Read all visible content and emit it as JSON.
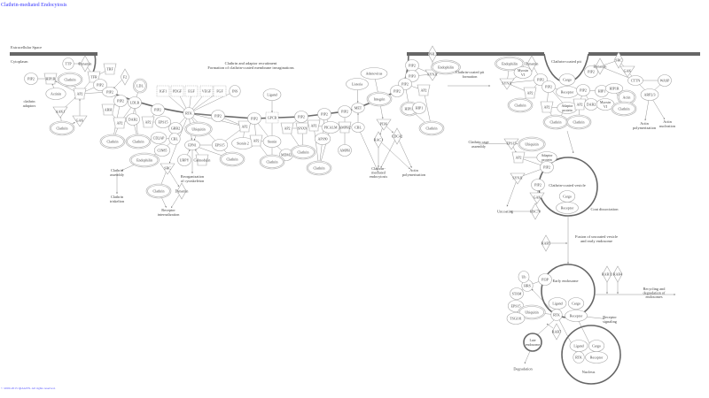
{
  "title": "Clathrin-mediated Endocytosis",
  "footer": "© 2000-2015 QIAGEN. All rights reserved.",
  "colors": {
    "title": "#3a3aff",
    "membrane": "#666666",
    "node_stroke": "#a8a8a8"
  },
  "compartments": {
    "extracellular": "Extracellular Space",
    "cytoplasm": "Cytoplasm"
  },
  "labels": {
    "recruitment_1": "Clathrin and adaptor recruitment",
    "recruitment_2": "Formation of clathrin-coated membrane invaginations",
    "pit": "Clathrin-coated pit",
    "vesicle": "Clathrin-coated vesicle",
    "coat_dissociation": "Coat dissociation",
    "fusion_1": "Fusion of uncoated vesicle",
    "fusion_2": "and early endosome",
    "early_endosome": "Early endosome",
    "late_endosome_1": "Late",
    "late_endosome_2": "endosome",
    "nucleus": "Nucleus"
  },
  "nodes": [
    [
      "a1",
      "PIP2",
      "c"
    ],
    [
      "a2",
      "HIP1R",
      "t"
    ],
    [
      "a3",
      "Actinin",
      "c"
    ],
    [
      "a4",
      "clathrin\nadaptors",
      "x"
    ],
    [
      "a5",
      "AAK1",
      "v"
    ],
    [
      "a6",
      "GAK",
      "v"
    ],
    [
      "a7",
      "Clathrin",
      "g"
    ],
    [
      "a8",
      "TTP",
      "c"
    ],
    [
      "a9",
      "Clathrin",
      "g"
    ],
    [
      "a10",
      "Dynamin",
      "d"
    ],
    [
      "a11",
      "TFR",
      "t"
    ],
    [
      "a12",
      "TRF",
      "t"
    ],
    [
      "a13",
      "PIP2",
      "c"
    ],
    [
      "a14",
      "AP2",
      "t"
    ],
    [
      "a15",
      "F2",
      "d"
    ],
    [
      "a16",
      "PIP2",
      "e"
    ],
    [
      "a17",
      "LDL",
      "g"
    ],
    [
      "a18",
      "ARH",
      "t"
    ],
    [
      "a19",
      "PIP2",
      "c"
    ],
    [
      "a20",
      "LDLR",
      "c"
    ],
    [
      "a21",
      "AP2",
      "t"
    ],
    [
      "a22",
      "DAB2",
      "c"
    ],
    [
      "a23",
      "Clathrin",
      "g"
    ],
    [
      "a24",
      "Clathrin",
      "g"
    ],
    [
      "a25",
      "AP2",
      "t"
    ],
    [
      "a26",
      "EPS15",
      "c"
    ],
    [
      "a27",
      "PIP2",
      "c"
    ],
    [
      "a28",
      "IGF1",
      "r"
    ],
    [
      "a29",
      "PDGF",
      "r"
    ],
    [
      "a30",
      "EGF",
      "r"
    ],
    [
      "a31",
      "VEGF",
      "r"
    ],
    [
      "a32",
      "FGF",
      "r"
    ],
    [
      "a33",
      "INS",
      "c"
    ],
    [
      "a34",
      "RTK",
      "c"
    ],
    [
      "a35",
      "GRB2",
      "c"
    ],
    [
      "a36",
      "Ubiquitin",
      "g"
    ],
    [
      "a37",
      "CD2AP",
      "c"
    ],
    [
      "a38",
      "CBL",
      "c"
    ],
    [
      "a39",
      "EPN1",
      "e"
    ],
    [
      "a40",
      "EPS15",
      "c"
    ],
    [
      "a41",
      "Stonin 2",
      "c"
    ],
    [
      "a42",
      "AP2",
      "t"
    ],
    [
      "a43",
      "CIN85",
      "c"
    ],
    [
      "a44",
      "Endophilin",
      "g"
    ],
    [
      "a45",
      "Clathrin\nassembly",
      "x"
    ],
    [
      "a46",
      "Clathrin\ntriskelion",
      "x"
    ],
    [
      "a47",
      "SRC",
      "v"
    ],
    [
      "a48",
      "UBPY",
      "c"
    ],
    [
      "a49",
      "Calmodulin",
      "t"
    ],
    [
      "a50",
      "Reorganization\nof cytoskeleton",
      "x"
    ],
    [
      "a51",
      "Clathrin",
      "g"
    ],
    [
      "a52",
      "Dynamin",
      "d"
    ],
    [
      "a53",
      "Receptor\ninternalization",
      "x"
    ],
    [
      "a54",
      "Clathrin",
      "g"
    ],
    [
      "a55",
      "PIP2",
      "c"
    ],
    [
      "b1",
      "PIP2",
      "c"
    ],
    [
      "b2",
      "AP2",
      "t"
    ],
    [
      "b3",
      "Stonin",
      "c"
    ],
    [
      "b4",
      "Ligand",
      "c"
    ],
    [
      "b5",
      "GPCR",
      "r"
    ],
    [
      "b6",
      "MDM2",
      "c"
    ],
    [
      "b7",
      "Clathrin",
      "g"
    ],
    [
      "b8",
      "PIP2",
      "c"
    ],
    [
      "b9",
      "AP2",
      "t"
    ],
    [
      "b10",
      "SNX9",
      "t"
    ],
    [
      "b11",
      "Clathrin",
      "g"
    ],
    [
      "b12",
      "PIP2",
      "c"
    ],
    [
      "b13",
      "AP2",
      "t"
    ],
    [
      "b14",
      "PICALM",
      "c"
    ],
    [
      "b15",
      "AP180",
      "c"
    ],
    [
      "b16",
      "Clathrin",
      "g"
    ],
    [
      "b17",
      "PIP2",
      "c"
    ],
    [
      "b18",
      "AMPH2",
      "t"
    ],
    [
      "b19",
      "AMPH",
      "c"
    ],
    [
      "b20",
      "Listeria",
      "c"
    ],
    [
      "b21",
      "Adenovirus",
      "c"
    ],
    [
      "b22",
      "MET",
      "e"
    ],
    [
      "b23",
      "Integrin",
      "g"
    ],
    [
      "b24",
      "CBL",
      "e"
    ],
    [
      "b25",
      "PI3K",
      "v"
    ],
    [
      "b26",
      "RAC1",
      "d"
    ],
    [
      "b27",
      "CDC42",
      "d"
    ],
    [
      "b28",
      "Clathrin-\nmediated\nendocytosis",
      "x"
    ],
    [
      "b29",
      "Actin\npolymerization",
      "x"
    ],
    [
      "b30",
      "PIP2",
      "c"
    ],
    [
      "b31",
      "PIP3",
      "c"
    ],
    [
      "b32",
      "SYNJ1",
      "v"
    ],
    [
      "b33",
      "Endophilin",
      "g"
    ],
    [
      "b34",
      "PPHLN",
      "d"
    ],
    [
      "b35",
      "PIP2",
      "c"
    ],
    [
      "b36",
      "PIP2",
      "c"
    ],
    [
      "b37",
      "AP2",
      "t"
    ],
    [
      "b38",
      "HIP1R",
      "g"
    ],
    [
      "b39",
      "HIP1",
      "c"
    ],
    [
      "b40",
      "Clathrin",
      "g"
    ],
    [
      "b41",
      "Clathrin-coated pit\nformation",
      "x"
    ],
    [
      "c1",
      "Endophilin",
      "g"
    ],
    [
      "c2",
      "Dynamin",
      "d"
    ],
    [
      "c3",
      "Myosin\nVI",
      "c"
    ],
    [
      "c4",
      "SYNJ1",
      "v"
    ],
    [
      "c5",
      "PIP2",
      "c"
    ],
    [
      "c6",
      "AP2",
      "t"
    ],
    [
      "c7",
      "Clathrin",
      "g"
    ],
    [
      "c8",
      "Cargo",
      "c"
    ],
    [
      "c9",
      "Receptor",
      "c"
    ],
    [
      "c10",
      "PIP2",
      "c"
    ],
    [
      "c11",
      "AP2",
      "t"
    ],
    [
      "c12",
      "Adaptor\nprotein",
      "c"
    ],
    [
      "c13",
      "Clathrin",
      "g"
    ],
    [
      "c14",
      "PIP2",
      "c"
    ],
    [
      "c15",
      "AP2",
      "t"
    ],
    [
      "c16",
      "DAB2",
      "c"
    ],
    [
      "c17",
      "Myosin\nVI",
      "c"
    ],
    [
      "c18",
      "Clathrin",
      "g"
    ],
    [
      "c19",
      "HIP1",
      "c"
    ],
    [
      "c20",
      "HIP1R",
      "e"
    ],
    [
      "c21",
      "Actin",
      "g"
    ],
    [
      "c22",
      "Clathrin",
      "g"
    ],
    [
      "c23",
      "PIP2",
      "c"
    ],
    [
      "c24",
      "Dynamin",
      "d"
    ],
    [
      "c25",
      "SRC",
      "d"
    ],
    [
      "c26",
      "GAK",
      "v"
    ],
    [
      "c27",
      "CTTN",
      "e"
    ],
    [
      "c28",
      "WASP",
      "c"
    ],
    [
      "c29",
      "ARP2/3",
      "c"
    ],
    [
      "c30",
      "Actin\npolymerization",
      "x"
    ],
    [
      "c31",
      "Actin\nnucleation",
      "x"
    ],
    [
      "c32",
      "Clathrin cage\nassembly",
      "x"
    ],
    [
      "c33",
      "EPS15",
      "v"
    ],
    [
      "c34",
      "Ubiquitin",
      "g"
    ],
    [
      "c35",
      "Adaptor\nprotein",
      "c"
    ],
    [
      "c36",
      "AP2",
      "t"
    ],
    [
      "c37",
      "PIP2",
      "c"
    ],
    [
      "c38",
      "SYNJ1",
      "v"
    ],
    [
      "c39",
      "PIP2",
      "c"
    ],
    [
      "c40",
      "GAK",
      "v"
    ],
    [
      "c41",
      "HSC70",
      "d"
    ],
    [
      "c42",
      "Uncoating",
      "x"
    ],
    [
      "c43",
      "Cargo",
      "c"
    ],
    [
      "c44",
      "Receptor",
      "c"
    ],
    [
      "c45",
      "RAB5",
      "d"
    ],
    [
      "c46",
      "PI3P",
      "c"
    ],
    [
      "c47",
      "HRS",
      "c"
    ],
    [
      "c48",
      "Ub",
      "c"
    ],
    [
      "c49",
      "STAM",
      "c"
    ],
    [
      "c50",
      "EPS15",
      "c"
    ],
    [
      "c51",
      "Ubiquitin",
      "g"
    ],
    [
      "c52",
      "TSG101",
      "c"
    ],
    [
      "c53",
      "Ligand",
      "c"
    ],
    [
      "c54",
      "Cargo",
      "c"
    ],
    [
      "c55",
      "RTK",
      "c"
    ],
    [
      "c56",
      "Receptor",
      "c"
    ],
    [
      "c57",
      "RAB11",
      "d"
    ],
    [
      "c58",
      "RAB4",
      "d"
    ],
    [
      "c59",
      "Recycling and\ndegradation of\nendosomes",
      "x"
    ],
    [
      "c60",
      "Receptor\nsignaling",
      "x"
    ],
    [
      "c61",
      "RAB7",
      "d"
    ],
    [
      "c62",
      "Degradation",
      "x"
    ],
    [
      "c63",
      "Ligand",
      "c"
    ],
    [
      "c64",
      "Cargo",
      "c"
    ],
    [
      "c65",
      "RTK",
      "c"
    ],
    [
      "c66",
      "Receptor",
      "c"
    ]
  ],
  "edges": [
    [
      "a2",
      "a1",
      1
    ],
    [
      "a3",
      "a2",
      1
    ],
    [
      "a5",
      "a14",
      1
    ],
    [
      "a6",
      "a14",
      1
    ],
    [
      "a7",
      "a5",
      0
    ],
    [
      "a7",
      "a6",
      1
    ],
    [
      "a9",
      "a14",
      0
    ],
    [
      "a8",
      "a10",
      1
    ],
    [
      "a10",
      "a11",
      0
    ],
    [
      "a11",
      "a14",
      0
    ],
    [
      "a12",
      "a11",
      0
    ],
    [
      "a11",
      "a13",
      0
    ],
    [
      "a13",
      "a14",
      0
    ],
    [
      "a14",
      "a2",
      1
    ],
    [
      "a14",
      "a16",
      0
    ],
    [
      "a15",
      "a16",
      1
    ],
    [
      "a17",
      "a20",
      0
    ],
    [
      "a16",
      "a19",
      0
    ],
    [
      "a18",
      "a19",
      0
    ],
    [
      "a18",
      "a21",
      0
    ],
    [
      "a19",
      "a20",
      0
    ],
    [
      "a20",
      "a21",
      0
    ],
    [
      "a20",
      "a22",
      0
    ],
    [
      "a21",
      "a22",
      0
    ],
    [
      "a21",
      "a23",
      0
    ],
    [
      "a22",
      "a24",
      0
    ],
    [
      "a19",
      "a23",
      0
    ],
    [
      "a20",
      "a24",
      0
    ],
    [
      "a27",
      "a25",
      0
    ],
    [
      "a25",
      "a26",
      0
    ],
    [
      "a28",
      "a34",
      0
    ],
    [
      "a29",
      "a34",
      0
    ],
    [
      "a30",
      "a34",
      0
    ],
    [
      "a31",
      "a34",
      0
    ],
    [
      "a32",
      "a34",
      0
    ],
    [
      "a33",
      "a34",
      0
    ],
    [
      "a34",
      "a35",
      0
    ],
    [
      "a34",
      "a36",
      0
    ],
    [
      "a35",
      "a38",
      0
    ],
    [
      "a37",
      "a38",
      0
    ],
    [
      "a38",
      "a43",
      0
    ],
    [
      "a43",
      "a44",
      0
    ],
    [
      "a44",
      "a45",
      1
    ],
    [
      "a45",
      "a46",
      1
    ],
    [
      "a34",
      "a47",
      1
    ],
    [
      "a47",
      "a51",
      1
    ],
    [
      "a47",
      "a52",
      1
    ],
    [
      "a51",
      "a53",
      1
    ],
    [
      "a52",
      "a53",
      1
    ],
    [
      "a34",
      "a39",
      1
    ],
    [
      "a39",
      "a40",
      0
    ],
    [
      "a36",
      "a39",
      1
    ],
    [
      "a39",
      "a54",
      0
    ],
    [
      "a48",
      "a39",
      1
    ],
    [
      "a49",
      "a39",
      1
    ],
    [
      "a39",
      "a50",
      1
    ],
    [
      "a34",
      "a55",
      0
    ],
    [
      "a55",
      "a42",
      0
    ],
    [
      "a42",
      "a40",
      0
    ],
    [
      "a42",
      "a41",
      0
    ],
    [
      "a34",
      "a40",
      0
    ],
    [
      "a34",
      "a42",
      0
    ],
    [
      "a40",
      "a54",
      0
    ],
    [
      "b1",
      "b2",
      0
    ],
    [
      "b1",
      "b3",
      0
    ],
    [
      "b2",
      "b3",
      0
    ],
    [
      "b4",
      "b5",
      1
    ],
    [
      "b5",
      "b3",
      0
    ],
    [
      "b6",
      "b3",
      1
    ],
    [
      "b3",
      "b7",
      0
    ],
    [
      "b2",
      "b7",
      0
    ],
    [
      "b8",
      "b9",
      0
    ],
    [
      "b8",
      "b10",
      0
    ],
    [
      "b9",
      "b10",
      0
    ],
    [
      "b10",
      "b11",
      0
    ],
    [
      "b9",
      "b11",
      0
    ],
    [
      "b12",
      "b13",
      0
    ],
    [
      "b12",
      "b14",
      0
    ],
    [
      "b12",
      "b15",
      0
    ],
    [
      "b13",
      "b14",
      0
    ],
    [
      "b13",
      "b16",
      0
    ],
    [
      "b15",
      "b16",
      0
    ],
    [
      "b14",
      "b16",
      0
    ],
    [
      "b17",
      "b18",
      0
    ],
    [
      "b18",
      "b19",
      0
    ],
    [
      "b20",
      "b22",
      1
    ],
    [
      "b21",
      "b23",
      1
    ],
    [
      "b24",
      "b22",
      1
    ],
    [
      "b23",
      "b25",
      1
    ],
    [
      "b25",
      "b26",
      1
    ],
    [
      "b25",
      "b27",
      1
    ],
    [
      "b26",
      "b28",
      1
    ],
    [
      "b27",
      "b28",
      1
    ],
    [
      "b26",
      "b29",
      1
    ],
    [
      "b27",
      "b29",
      1
    ],
    [
      "b24",
      "b28",
      0
    ],
    [
      "b34",
      "b32",
      1
    ],
    [
      "b32",
      "b30",
      1
    ],
    [
      "b32",
      "b31",
      1
    ],
    [
      "b33",
      "b32",
      0
    ],
    [
      "b30",
      "b35",
      0
    ],
    [
      "b35",
      "b37",
      0
    ],
    [
      "b35",
      "b38",
      0
    ],
    [
      "b37",
      "b40",
      0
    ],
    [
      "b38",
      "b40",
      0
    ],
    [
      "b36",
      "b35",
      0
    ],
    [
      "b30",
      "b31",
      0
    ],
    [
      "c1",
      "c4",
      0
    ],
    [
      "c2",
      "c5",
      0
    ],
    [
      "c3",
      "c4",
      0
    ],
    [
      "c4",
      "c5",
      1
    ],
    [
      "c4",
      "c6",
      0
    ],
    [
      "c6",
      "c7",
      0
    ],
    [
      "c5",
      "c6",
      0
    ],
    [
      "c10",
      "c11",
      0
    ],
    [
      "c10",
      "c12",
      0
    ],
    [
      "c9",
      "c10",
      0
    ],
    [
      "c8",
      "c9",
      0
    ],
    [
      "c11",
      "c12",
      0
    ],
    [
      "c11",
      "c13",
      0
    ],
    [
      "c12",
      "c13",
      0
    ],
    [
      "c9",
      "c14",
      0
    ],
    [
      "c14",
      "c15",
      0
    ],
    [
      "c14",
      "c16",
      0
    ],
    [
      "c14",
      "c19",
      0
    ],
    [
      "c15",
      "c16",
      0
    ],
    [
      "c16",
      "c17",
      0
    ],
    [
      "c15",
      "c18",
      0
    ],
    [
      "c19",
      "c20",
      0
    ],
    [
      "c20",
      "c21",
      0
    ],
    [
      "c20",
      "c22",
      0
    ],
    [
      "c23",
      "c24",
      0
    ],
    [
      "c24",
      "c25",
      0
    ],
    [
      "c25",
      "c26",
      0
    ],
    [
      "c24",
      "c27",
      0
    ],
    [
      "c26",
      "c27",
      0
    ],
    [
      "c27",
      "c28",
      1
    ],
    [
      "c27",
      "c29",
      1
    ],
    [
      "c28",
      "c29",
      1
    ],
    [
      "c29",
      "c30",
      1
    ],
    [
      "c29",
      "c31",
      1
    ],
    [
      "c32",
      "c33",
      0
    ],
    [
      "c33",
      "c34",
      1
    ],
    [
      "c33",
      "c36",
      1
    ],
    [
      "c35",
      "c36",
      0
    ],
    [
      "c35",
      "c37",
      0
    ],
    [
      "c36",
      "c37",
      0
    ],
    [
      "c38",
      "c37",
      0
    ],
    [
      "c38",
      "c42",
      1
    ],
    [
      "c39",
      "c40",
      0
    ],
    [
      "c40",
      "c41",
      0
    ],
    [
      "c41",
      "c42",
      1
    ],
    [
      "c46",
      "c47",
      0
    ],
    [
      "c47",
      "c48",
      0
    ],
    [
      "c49",
      "c47",
      0
    ],
    [
      "c51",
      "c55",
      0
    ],
    [
      "c55",
      "c65",
      0
    ],
    [
      "c56",
      "c66",
      0
    ],
    [
      "c56",
      "c60",
      1
    ],
    [
      "c52",
      "c51",
      0
    ],
    [
      "c50",
      "c51",
      0
    ]
  ]
}
